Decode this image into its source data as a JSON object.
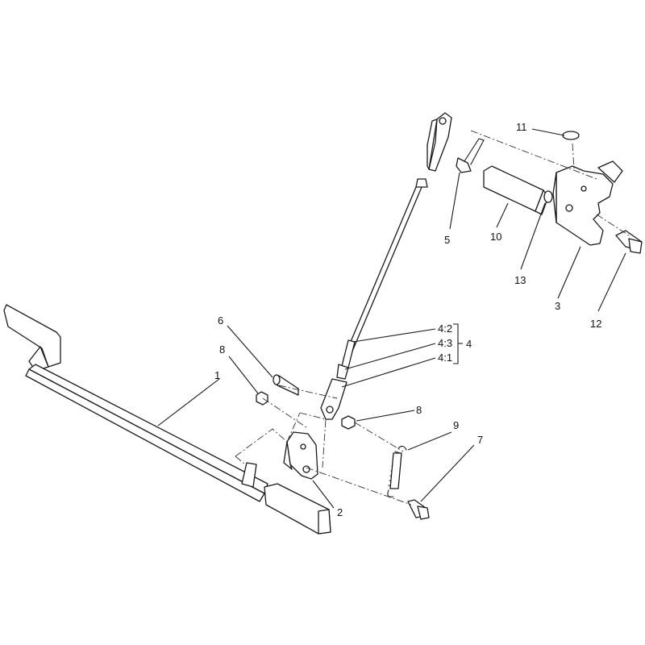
{
  "callouts": {
    "c1": "1",
    "c2": "2",
    "c3": "3",
    "c4": "4",
    "c4_1": "4:1",
    "c4_2": "4:2",
    "c4_3": "4:3",
    "c5": "5",
    "c6": "6",
    "c7": "7",
    "c8a": "8",
    "c8b": "8",
    "c9": "9",
    "c10": "10",
    "c11": "11",
    "c12": "12",
    "c13": "13"
  }
}
